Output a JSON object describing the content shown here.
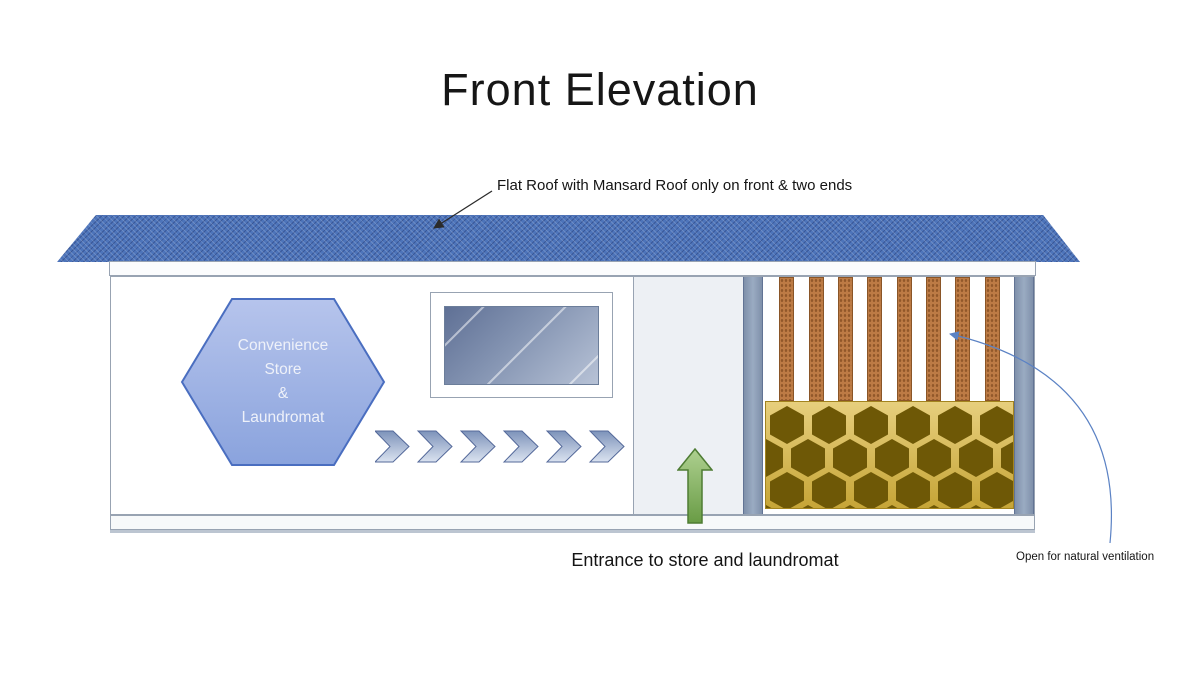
{
  "title": "Front Elevation",
  "annotations": {
    "roof_note": "Flat Roof with Mansard Roof only on front & two ends",
    "entrance_label": "Entrance to store and laundromat",
    "ventilation_note": "Open for natural ventilation"
  },
  "sign": {
    "lines": [
      "Convenience",
      "Store",
      "&",
      "Laundromat"
    ]
  },
  "icons": {
    "direction_chevrons": "chevron-right-icon",
    "entrance_arrow": "arrow-up-icon",
    "roof_pointer": "annotation-arrow-icon",
    "ventilation_pointer": "curved-annotation-arrow-icon"
  },
  "colors": {
    "roof": "#4d74ba",
    "pillar": "#8e9eb6",
    "hexagon_sign_fill_top": "#b6c4ec",
    "hexagon_sign_fill_bottom": "#8aa3dd",
    "hexagon_sign_border": "#4a6ec0",
    "louver_slat": "#bd7b45",
    "honeycomb_panel": "#d8bb55",
    "honeycomb_cell": "#6e5806",
    "entrance_arrow": "#79a857",
    "chevron": "#a9bcd9",
    "annotation_arrow_dark": "#2b2b2b",
    "annotation_arrow_blue": "#5b82c4"
  }
}
